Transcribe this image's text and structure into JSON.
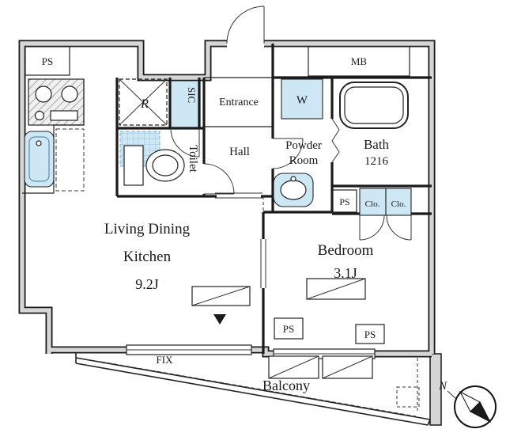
{
  "plan": {
    "labels": {
      "ps_top_left": "PS",
      "meter_box": "MB",
      "refrigerator": "R",
      "shoe_closet": "SIC",
      "entrance": "Entrance",
      "washer": "W",
      "bath_name": "Bath",
      "bath_size": "1216",
      "toilet": "Toilet",
      "hall": "Hall",
      "powder_room_line1": "Powder",
      "powder_room_line2": "Room",
      "pipe_space_mid": "PS",
      "closet_left": "Clo.",
      "closet_right": "Clo.",
      "ldk_line1": "Living Dining",
      "ldk_line2": "Kitchen",
      "ldk_size": "9.2J",
      "bedroom_name": "Bedroom",
      "bedroom_size": "3.1J",
      "pipe_space_bottom_center": "PS",
      "pipe_space_bottom_right": "PS",
      "fix_window": "FIX",
      "balcony": "Balcony",
      "compass_north": "N"
    },
    "colors": {
      "wall_line": "#1a1a1a",
      "wall_fill": "#d6d6d6",
      "fixture_blue": "#cde7f4",
      "background": "#ffffff"
    }
  }
}
